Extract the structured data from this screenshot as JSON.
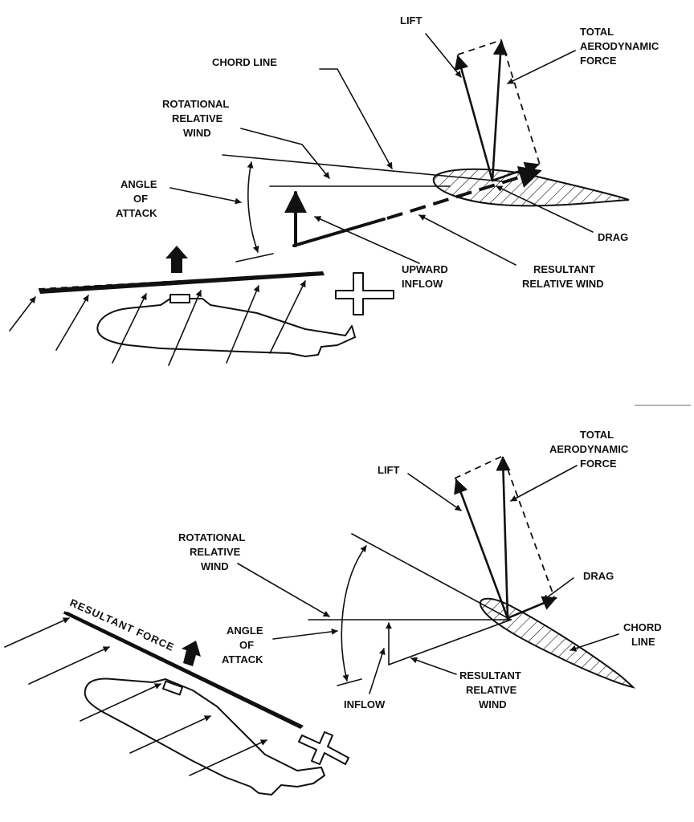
{
  "top_panel": {
    "labels": {
      "lift": "LIFT",
      "total_1": "TOTAL",
      "total_2": "AERODYNAMIC",
      "total_3": "FORCE",
      "chord_line": "CHORD LINE",
      "rot_1": "ROTATIONAL",
      "rot_2": "RELATIVE",
      "rot_3": "WIND",
      "aoa_1": "ANGLE",
      "aoa_2": "OF",
      "aoa_3": "ATTACK",
      "drag": "DRAG",
      "upward_1": "UPWARD",
      "upward_2": "INFLOW",
      "resultant_1": "RESULTANT",
      "resultant_2": "RELATIVE WIND"
    }
  },
  "bottom_panel": {
    "labels": {
      "total_1": "TOTAL",
      "total_2": "AERODYNAMIC",
      "total_3": "FORCE",
      "lift": "LIFT",
      "rot_1": "ROTATIONAL",
      "rot_2": "RELATIVE",
      "rot_3": "WIND",
      "drag": "DRAG",
      "resultant_force": "RESULTANT FORCE",
      "aoa_1": "ANGLE",
      "aoa_2": "OF",
      "aoa_3": "ATTACK",
      "chord_1": "CHORD",
      "chord_2": "LINE",
      "resultant_1": "RESULTANT",
      "resultant_2": "RELATIVE",
      "resultant_3": "WIND",
      "inflow": "INFLOW"
    }
  }
}
